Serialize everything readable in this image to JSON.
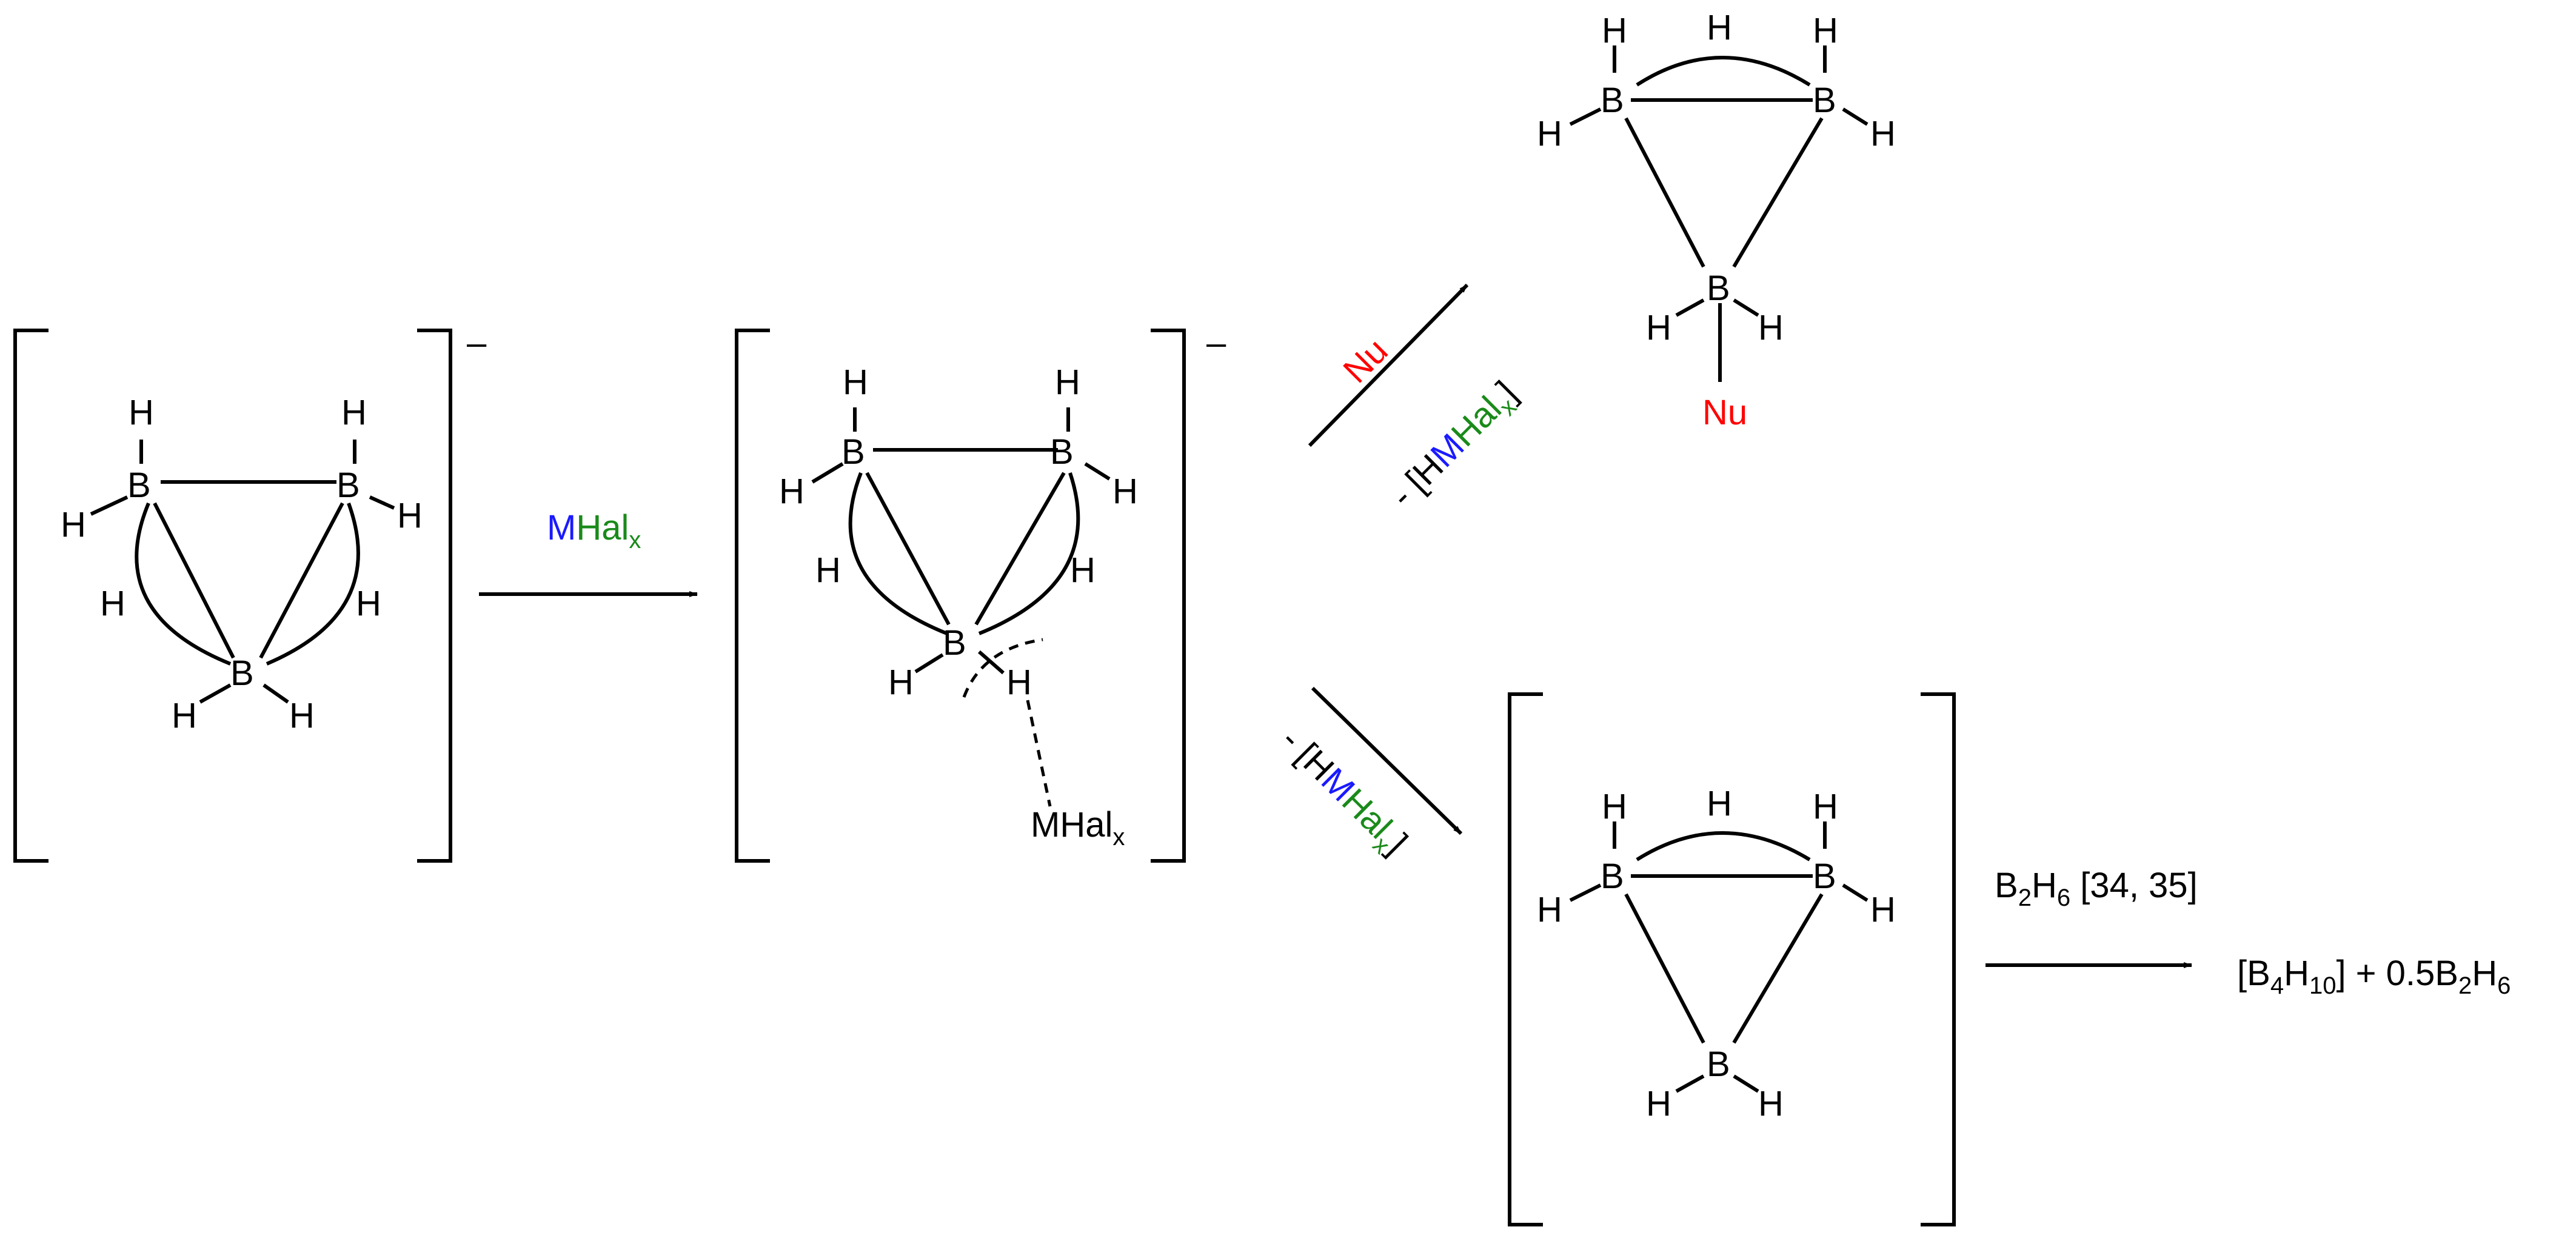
{
  "colors": {
    "blue": "#1a1aff",
    "green": "#1a8a1a",
    "red": "#ff0000",
    "ink": "#000000"
  },
  "atoms": {
    "boron": "B",
    "hydrogen": "H",
    "nucleophile": "Nu"
  },
  "charge": "–",
  "reagent": {
    "metal": "M",
    "hal": "Hal",
    "subscript": "x"
  },
  "leaving_group": {
    "prefix": "- [",
    "h": "H",
    "metal": "M",
    "hal": "Hal",
    "subscript": "x",
    "suffix": "]"
  },
  "nucleophile_label": "Nu",
  "complex_label": {
    "text": "MHal",
    "subscript": "x"
  },
  "b2h6_reagent": {
    "b": "B",
    "b_sub": "2",
    "h": "H",
    "h_sub": "6",
    "ref": " [34, 35]"
  },
  "product": {
    "open": "[B",
    "b_sub": "4",
    "h": "H",
    "h_sub": "10",
    "mid": "] + 0.5B",
    "b2_sub": "2",
    "h2": "H",
    "h2_sub": "6"
  }
}
